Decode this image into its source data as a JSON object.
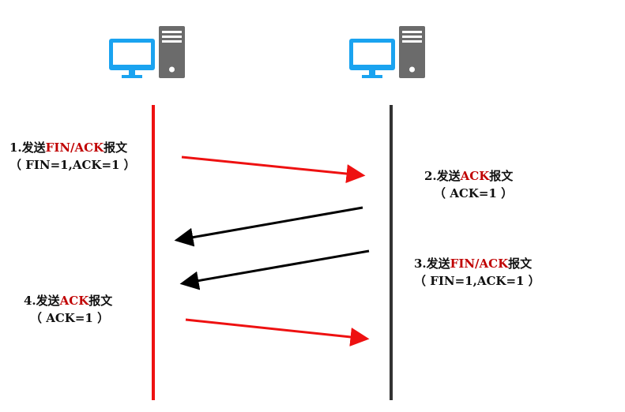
{
  "colors": {
    "client_line": "#ee1111",
    "server_line": "#333333",
    "monitor": "#1aa3f0",
    "tower": "#6b6b6b",
    "highlight": "#c00000",
    "request_arrow": "#ee1111",
    "response_arrow": "#000000"
  },
  "messages": [
    {
      "prefix": "1.发送",
      "highlight": "FIN/ACK",
      "suffix": "报文",
      "detail": "（ FIN=1,ACK=1 ）",
      "direction": "client-to-server"
    },
    {
      "prefix": "2.发送",
      "highlight": "ACK",
      "suffix": "报文",
      "detail": "（ ACK=1 ）",
      "direction": "server-to-client"
    },
    {
      "prefix": "3.发送",
      "highlight": "FIN/ACK",
      "suffix": "报文",
      "detail": "（ FIN=1,ACK=1 ）",
      "direction": "server-to-client"
    },
    {
      "prefix": "4.发送",
      "highlight": "ACK",
      "suffix": "报文",
      "detail": "（ ACK=1 ）",
      "direction": "client-to-server"
    }
  ]
}
